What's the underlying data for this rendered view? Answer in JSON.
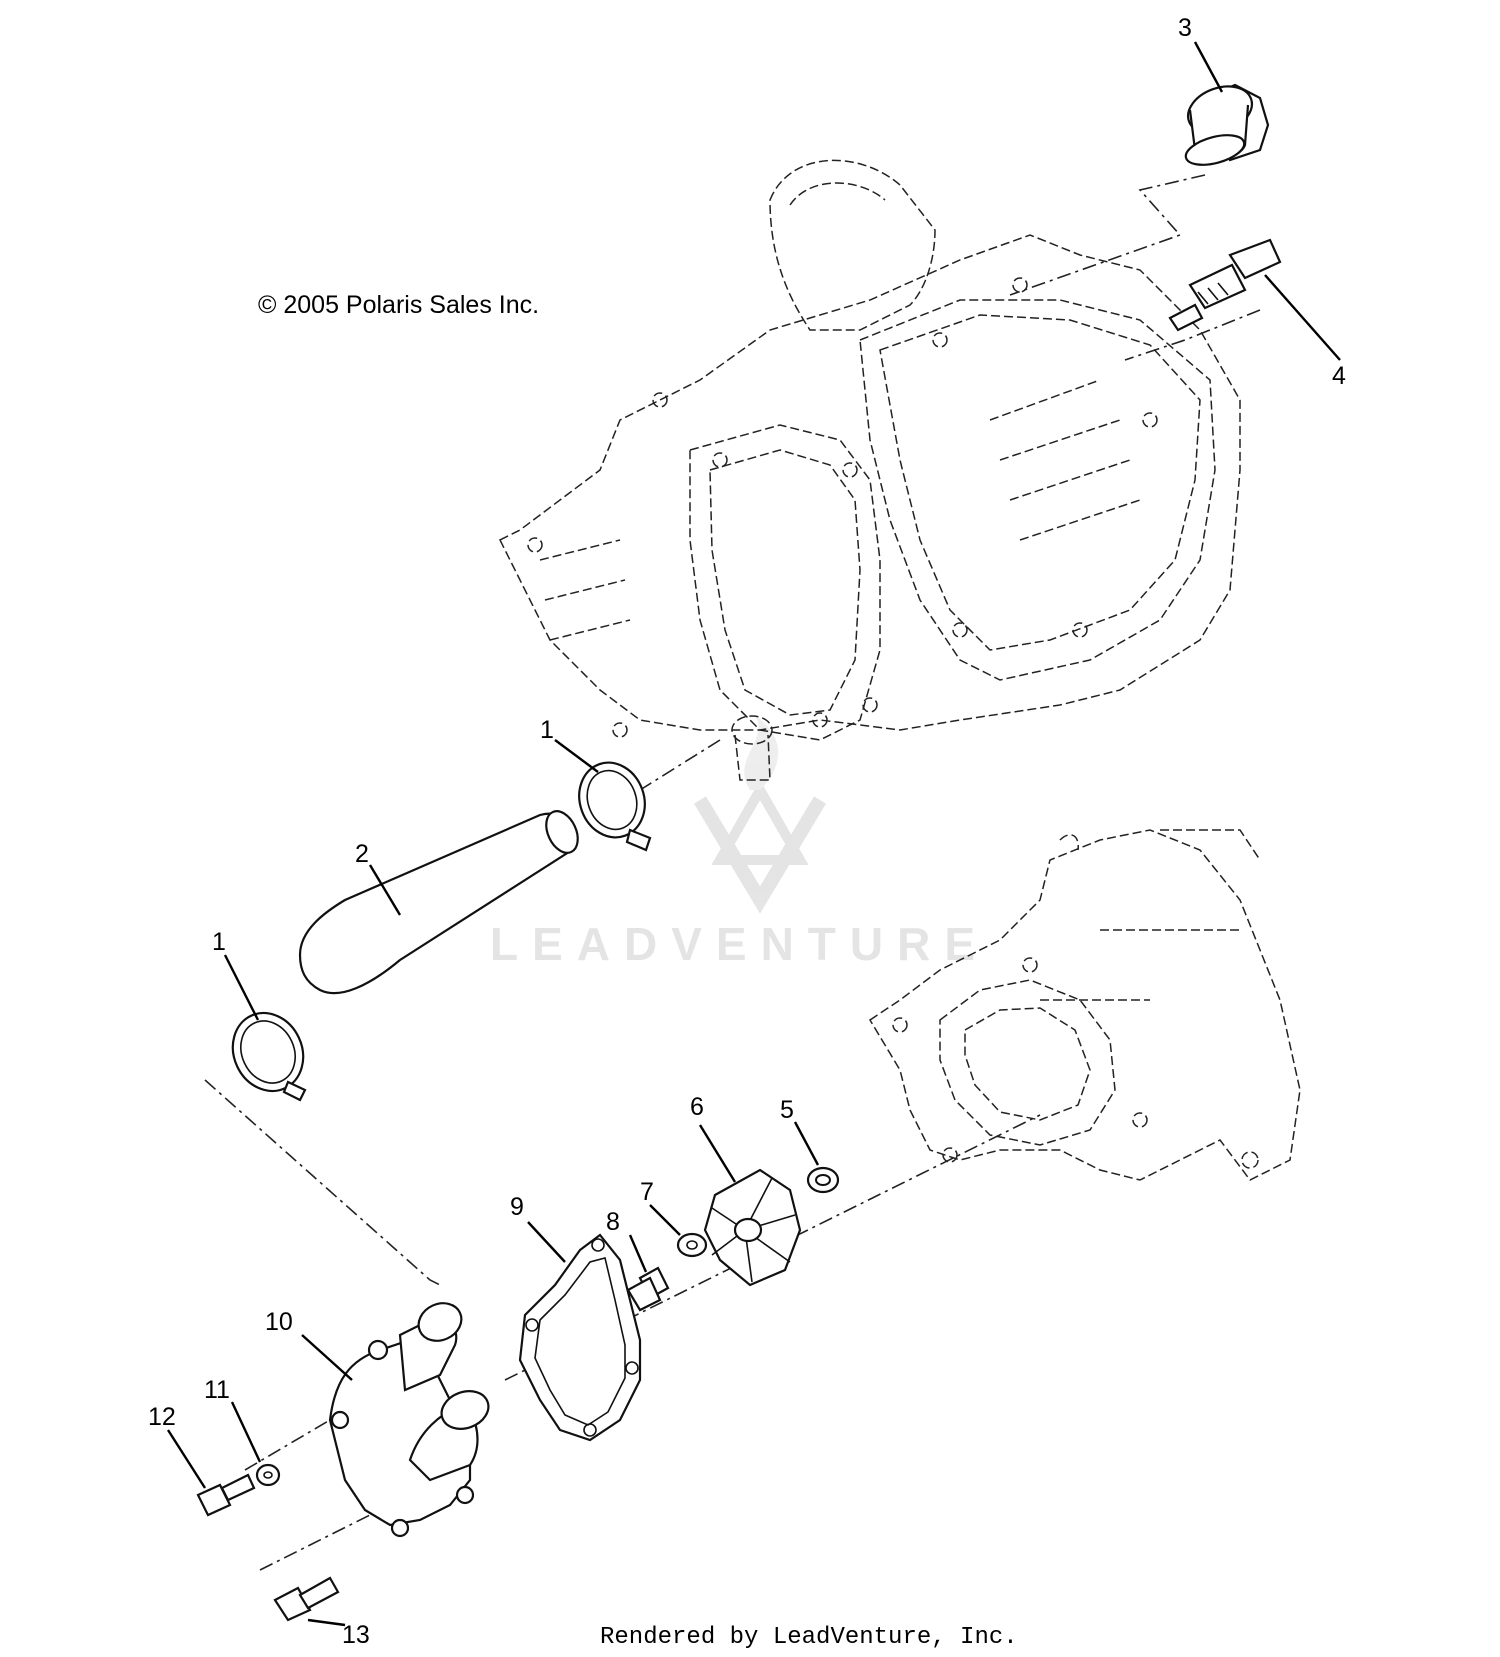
{
  "copyright": "© 2005 Polaris Sales Inc.",
  "credit": "Rendered by LeadVenture, Inc.",
  "watermark": "LEADVENTURE",
  "callouts": [
    {
      "id": "c1a",
      "label": "1"
    },
    {
      "id": "c1b",
      "label": "1"
    },
    {
      "id": "c2",
      "label": "2"
    },
    {
      "id": "c3",
      "label": "3"
    },
    {
      "id": "c4",
      "label": "4"
    },
    {
      "id": "c5",
      "label": "5"
    },
    {
      "id": "c6",
      "label": "6"
    },
    {
      "id": "c7",
      "label": "7"
    },
    {
      "id": "c8",
      "label": "8"
    },
    {
      "id": "c9",
      "label": "9"
    },
    {
      "id": "c10",
      "label": "10"
    },
    {
      "id": "c11",
      "label": "11"
    },
    {
      "id": "c12",
      "label": "12"
    },
    {
      "id": "c13",
      "label": "13"
    }
  ]
}
